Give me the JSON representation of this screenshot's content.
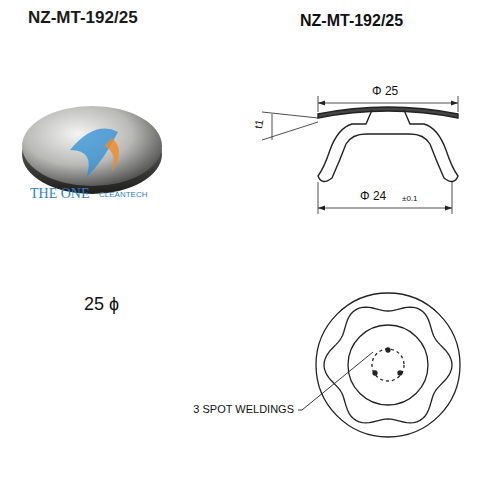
{
  "diagram": {
    "title": "NZ-MT-192/25",
    "labels": [
      "NZ-MT-192/25",
      "THE ONE",
      "CLEANTECH",
      "Φ 25",
      "t1",
      "Φ 24",
      "±0.1",
      "25 ϕ",
      "3 SPOT WELDINGS"
    ]
  }
}
